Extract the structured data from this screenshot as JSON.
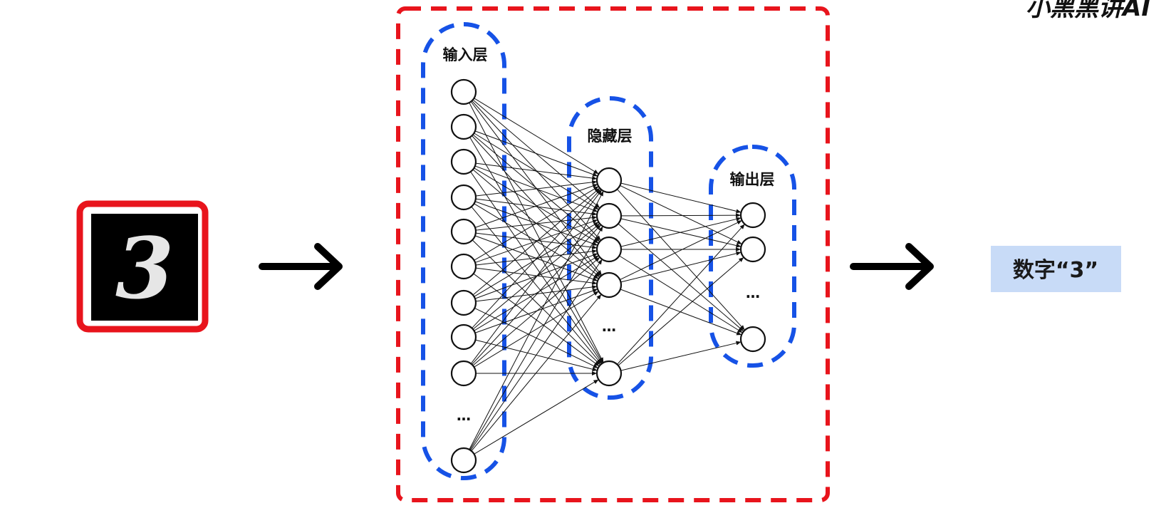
{
  "logo": {
    "text": "小黑黑讲AI"
  },
  "input_image": {
    "digit": "3"
  },
  "network": {
    "input_layer_label": "输入层",
    "hidden_layer_label": "隐藏层",
    "output_layer_label": "输出层",
    "ellipsis": "…",
    "input_nodes": 10,
    "hidden_nodes": 5,
    "output_nodes": 3
  },
  "result": {
    "text": "数字“3”"
  },
  "colors": {
    "frame": "#e8141c",
    "layer_outline": "#1652e6",
    "result_bg": "#c8dbf7",
    "arrow": "#000000"
  }
}
